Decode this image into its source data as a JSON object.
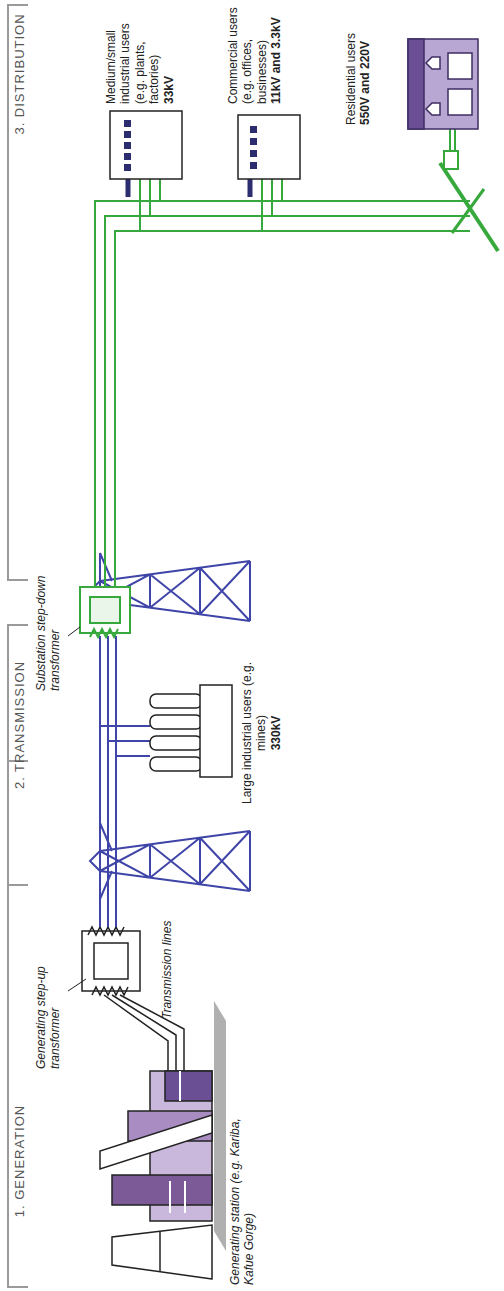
{
  "diagram": {
    "labels": [
      "1. GENERATION",
      "2. TRANSMISSION",
      "3. DISTRIBUTION",
      "Generating station (e.g. Kariba, Kafue Gorge)",
      "Generating step-up transformer",
      "Transmission lines",
      "Large industrial users (e.g. mines)",
      "330kV",
      "Substation step-down transformer",
      "Medium/small industrial users (e.g. plants, factories)",
      "33kV",
      "Commercial users (e.g. offices, businesses)",
      "11kV and 3.3kV",
      "Residential users",
      "550V and 220V"
    ]
  }
}
